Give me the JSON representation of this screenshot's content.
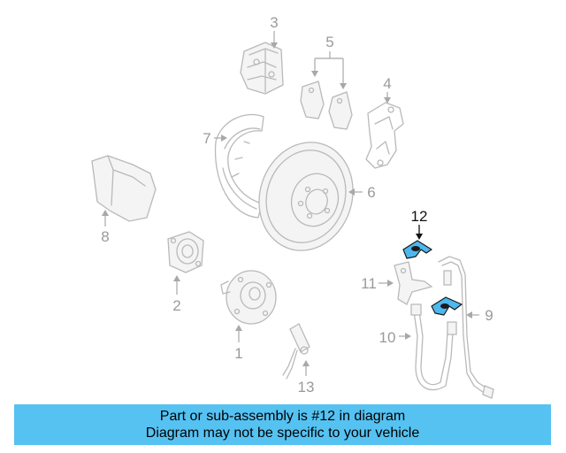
{
  "diagram": {
    "highlight_color": "#4db8ee",
    "callouts": {
      "c1": "1",
      "c2": "2",
      "c3": "3",
      "c4": "4",
      "c5": "5",
      "c6": "6",
      "c7": "7",
      "c8": "8",
      "c9": "9",
      "c10": "10",
      "c11": "11",
      "c12": "12",
      "c13": "13"
    },
    "highlighted_part": "12"
  },
  "banner": {
    "line1": "Part or sub-assembly is #12 in diagram",
    "line2": "Diagram may not be specific to your vehicle",
    "color": "#55c2f2"
  }
}
